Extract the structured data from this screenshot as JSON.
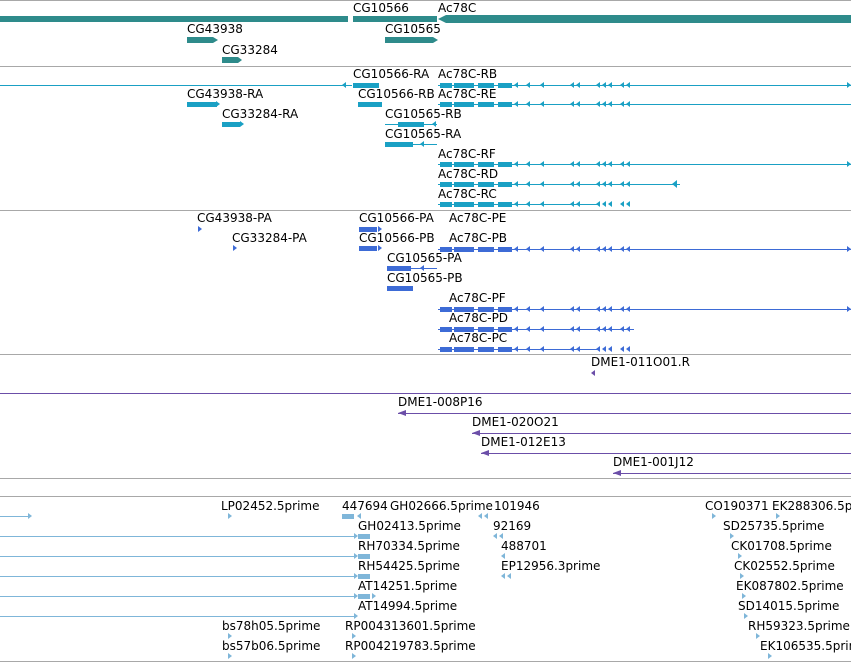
{
  "colors": {
    "gene": "#2e8b8b",
    "transcript": "#1aa0c4",
    "protein": "#3d6bd6",
    "bac": "#6b4ea8",
    "est": "#7fb6d9",
    "divider": "#a8a8a8"
  },
  "tracks": {
    "genes": {
      "labels": [
        "CG10566",
        "Ac78C",
        "CG43938",
        "CG10565",
        "CG33284"
      ]
    },
    "transcripts": {
      "labels": [
        "CG10566-RA",
        "Ac78C-RB",
        "CG43938-RA",
        "CG10566-RB",
        "Ac78C-RE",
        "CG33284-RA",
        "CG10565-RB",
        "CG10565-RA",
        "Ac78C-RF",
        "Ac78C-RD",
        "Ac78C-RC"
      ]
    },
    "proteins": {
      "labels": [
        "CG43938-PA",
        "CG10566-PA",
        "Ac78C-PE",
        "CG33284-PA",
        "CG10566-PB",
        "Ac78C-PB",
        "CG10565-PA",
        "CG10565-PB",
        "Ac78C-PF",
        "Ac78C-PD",
        "Ac78C-PC"
      ]
    },
    "clone_single": {
      "labels": [
        "DME1-011O01.R"
      ]
    },
    "bac_clones": {
      "labels": [
        "DME1-008P16",
        "DME1-020O21",
        "DME1-012E13",
        "DME1-001J12"
      ]
    },
    "ests": {
      "labels": [
        "LP02452.5prime",
        "447694",
        "GH02666.5prime",
        "101946",
        "CO190371",
        "EK288306.5p",
        "GH02413.5prime",
        "92169",
        "SD25735.5prime",
        "RH70334.5prime",
        "488701",
        "CK01708.5prime",
        "RH54425.5prime",
        "EP12956.3prime",
        "CK02552.5prime",
        "AT14251.5prime",
        "EK087802.5prime",
        "AT14994.5prime",
        "SD14015.5prime",
        "bs78h05.5prime",
        "RP004313601.5prime",
        "RH59323.5prime",
        "bs57b06.5prime",
        "RP004219783.5prime",
        "EK106535.5prime"
      ]
    }
  }
}
